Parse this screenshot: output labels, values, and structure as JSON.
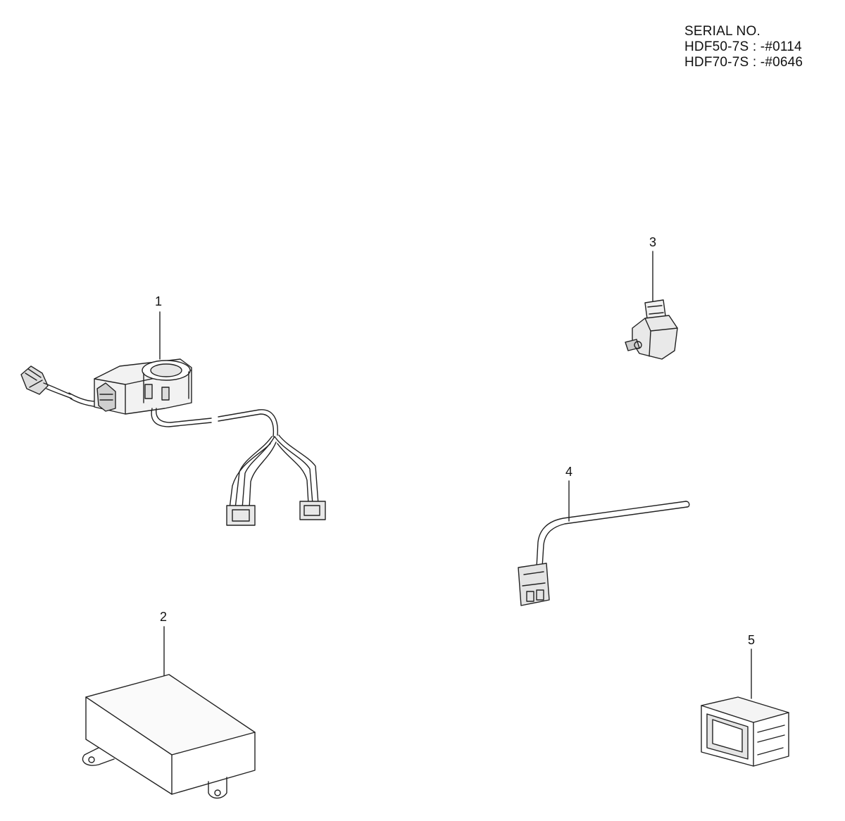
{
  "serial": {
    "heading": "SERIAL NO.",
    "lines": [
      "HDF50-7S : -#0114",
      "HDF70-7S : -#0646"
    ]
  },
  "callouts": [
    "1",
    "2",
    "3",
    "4",
    "5"
  ],
  "colors": {
    "line": "#222222",
    "background": "#ffffff",
    "shade": "#cfcfcf"
  }
}
